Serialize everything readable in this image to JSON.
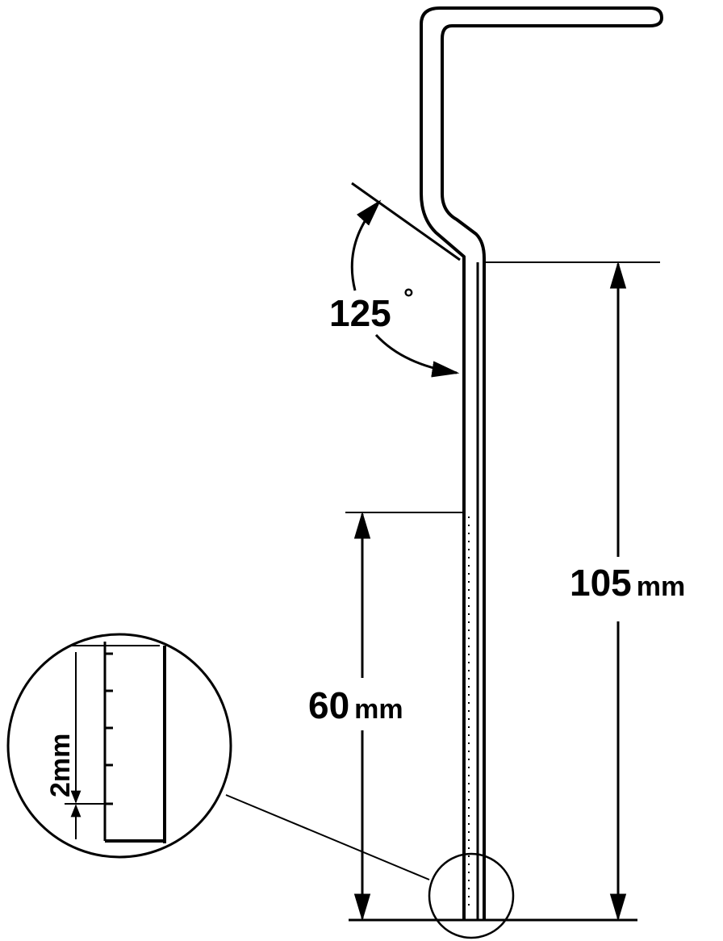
{
  "dimensions": {
    "overall_height": {
      "value": "105",
      "unit": "mm"
    },
    "scale_length": {
      "value": "60",
      "unit": "mm"
    },
    "tick_spacing": "2mm"
  },
  "angle": {
    "value": "125",
    "symbol": "°"
  },
  "colors": {
    "ink": "#000000",
    "paper": "#ffffff"
  }
}
